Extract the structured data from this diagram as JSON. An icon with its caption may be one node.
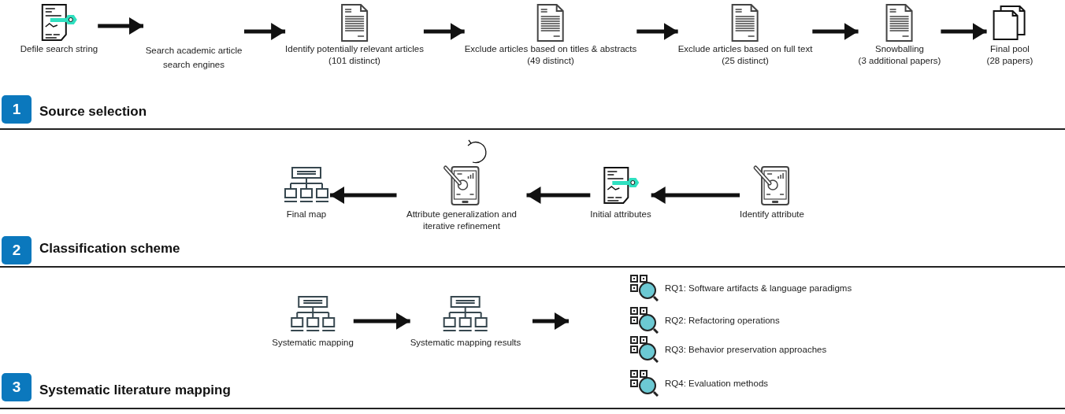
{
  "diagram": {
    "nodes": [
      {
        "text": [
          "Defile search string"
        ]
      },
      {
        "text": [
          "Search academic article search engines"
        ]
      },
      {
        "text": [
          "Identify potentially relevant articles",
          "(101 distinct)"
        ]
      },
      {
        "text": [
          "Exclude articles based on titles & abstracts",
          "(49 distinct)"
        ]
      },
      {
        "text": [
          "Exclude articles based on full text",
          "(25 distinct)"
        ]
      },
      {
        "text": [
          "Snowballing",
          "(3 additional papers)"
        ]
      },
      {
        "text": [
          "Final pool",
          "(28 papers)"
        ]
      },
      {
        "text": [
          "Identify attribute"
        ]
      },
      {
        "text": [
          "Initial attributes"
        ]
      },
      {
        "text": [
          "Attribute generalization and iterative refinement"
        ]
      },
      {
        "text": [
          "Final map"
        ]
      },
      {
        "text": [
          "Systematic mapping"
        ]
      },
      {
        "text": [
          "Systematic mapping results"
        ]
      },
      {
        "text": [
          "RQ1: Software artifacts & language paradigms"
        ]
      },
      {
        "text": [
          "RQ2: Refactoring operations"
        ]
      },
      {
        "text": [
          "RQ3: Behavior preservation approaches"
        ]
      },
      {
        "text": [
          "RQ4: Evaluation methods"
        ]
      }
    ],
    "edges": [
      {
        "from": 0,
        "to": 1,
        "arrow": "to"
      },
      {
        "from": 1,
        "to": 2,
        "arrow": "to"
      },
      {
        "from": 2,
        "to": 3,
        "arrow": "to"
      },
      {
        "from": 3,
        "to": 4,
        "arrow": "to"
      },
      {
        "from": 4,
        "to": 5,
        "arrow": "to"
      },
      {
        "from": 5,
        "to": 6,
        "arrow": "to"
      },
      {
        "from": 7,
        "to": 8,
        "arrow": "to"
      },
      {
        "from": 8,
        "to": 9,
        "arrow": "to"
      },
      {
        "from": 9,
        "to": 10,
        "arrow": "to"
      },
      {
        "from": 11,
        "to": 12,
        "arrow": "to"
      },
      {
        "from": 12,
        "to": null,
        "arrow": "to"
      }
    ],
    "labels": [
      "1",
      "Source selection",
      "2",
      "Classification scheme",
      "3",
      "Systematic literature mapping"
    ]
  }
}
